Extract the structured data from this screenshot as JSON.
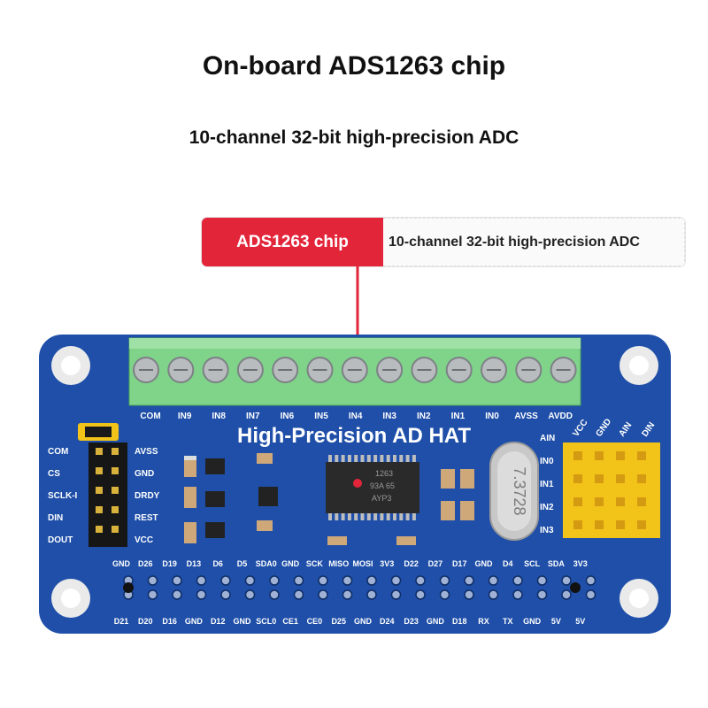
{
  "headline": "On-board ADS1263 chip",
  "subheadline": "10-channel 32-bit high-precision ADC",
  "callout": {
    "chip": "ADS1263 chip",
    "description": "10-channel 32-bit high-precision ADC"
  },
  "board": {
    "title": "High-Precision AD HAT",
    "terminal_labels": [
      "COM",
      "IN9",
      "IN8",
      "IN7",
      "IN6",
      "IN5",
      "IN4",
      "IN3",
      "IN2",
      "IN1",
      "IN0",
      "AVSS",
      "AVDD"
    ],
    "left_header_labels_left": [
      "COM",
      "CS",
      "SCLK-I",
      "DIN",
      "DOUT"
    ],
    "left_header_labels_right": [
      "AVSS",
      "GND",
      "DRDY",
      "REST",
      "VCC"
    ],
    "right_header_top_labels": [
      "VCC",
      "GND",
      "AIN",
      "DIN"
    ],
    "right_header_side_labels": [
      "AIN",
      "IN0",
      "IN1",
      "IN2",
      "IN3"
    ],
    "gpio_top_labels": [
      "GND",
      "D26",
      "D19",
      "D13",
      "D6",
      "D5",
      "SDA0",
      "GND",
      "SCK",
      "MISO",
      "MOSI",
      "3V3",
      "D22",
      "D27",
      "D17",
      "GND",
      "D4",
      "SCL",
      "SDA",
      "3V3"
    ],
    "gpio_bottom_labels": [
      "D21",
      "D20",
      "D16",
      "GND",
      "D12",
      "GND",
      "SCL0",
      "CE1",
      "CE0",
      "D25",
      "GND",
      "D24",
      "D23",
      "GND",
      "D18",
      "RX",
      "TX",
      "GND",
      "5V",
      "5V"
    ],
    "chip_markings": [
      "1263",
      "93A 65",
      "AYP3"
    ],
    "crystal_marking": "7.3728"
  },
  "colors": {
    "pcb": "#1f4fa8",
    "terminal_block": "#7fd48a",
    "callout_red": "#e3253a",
    "pin_header": "#f2c318"
  }
}
